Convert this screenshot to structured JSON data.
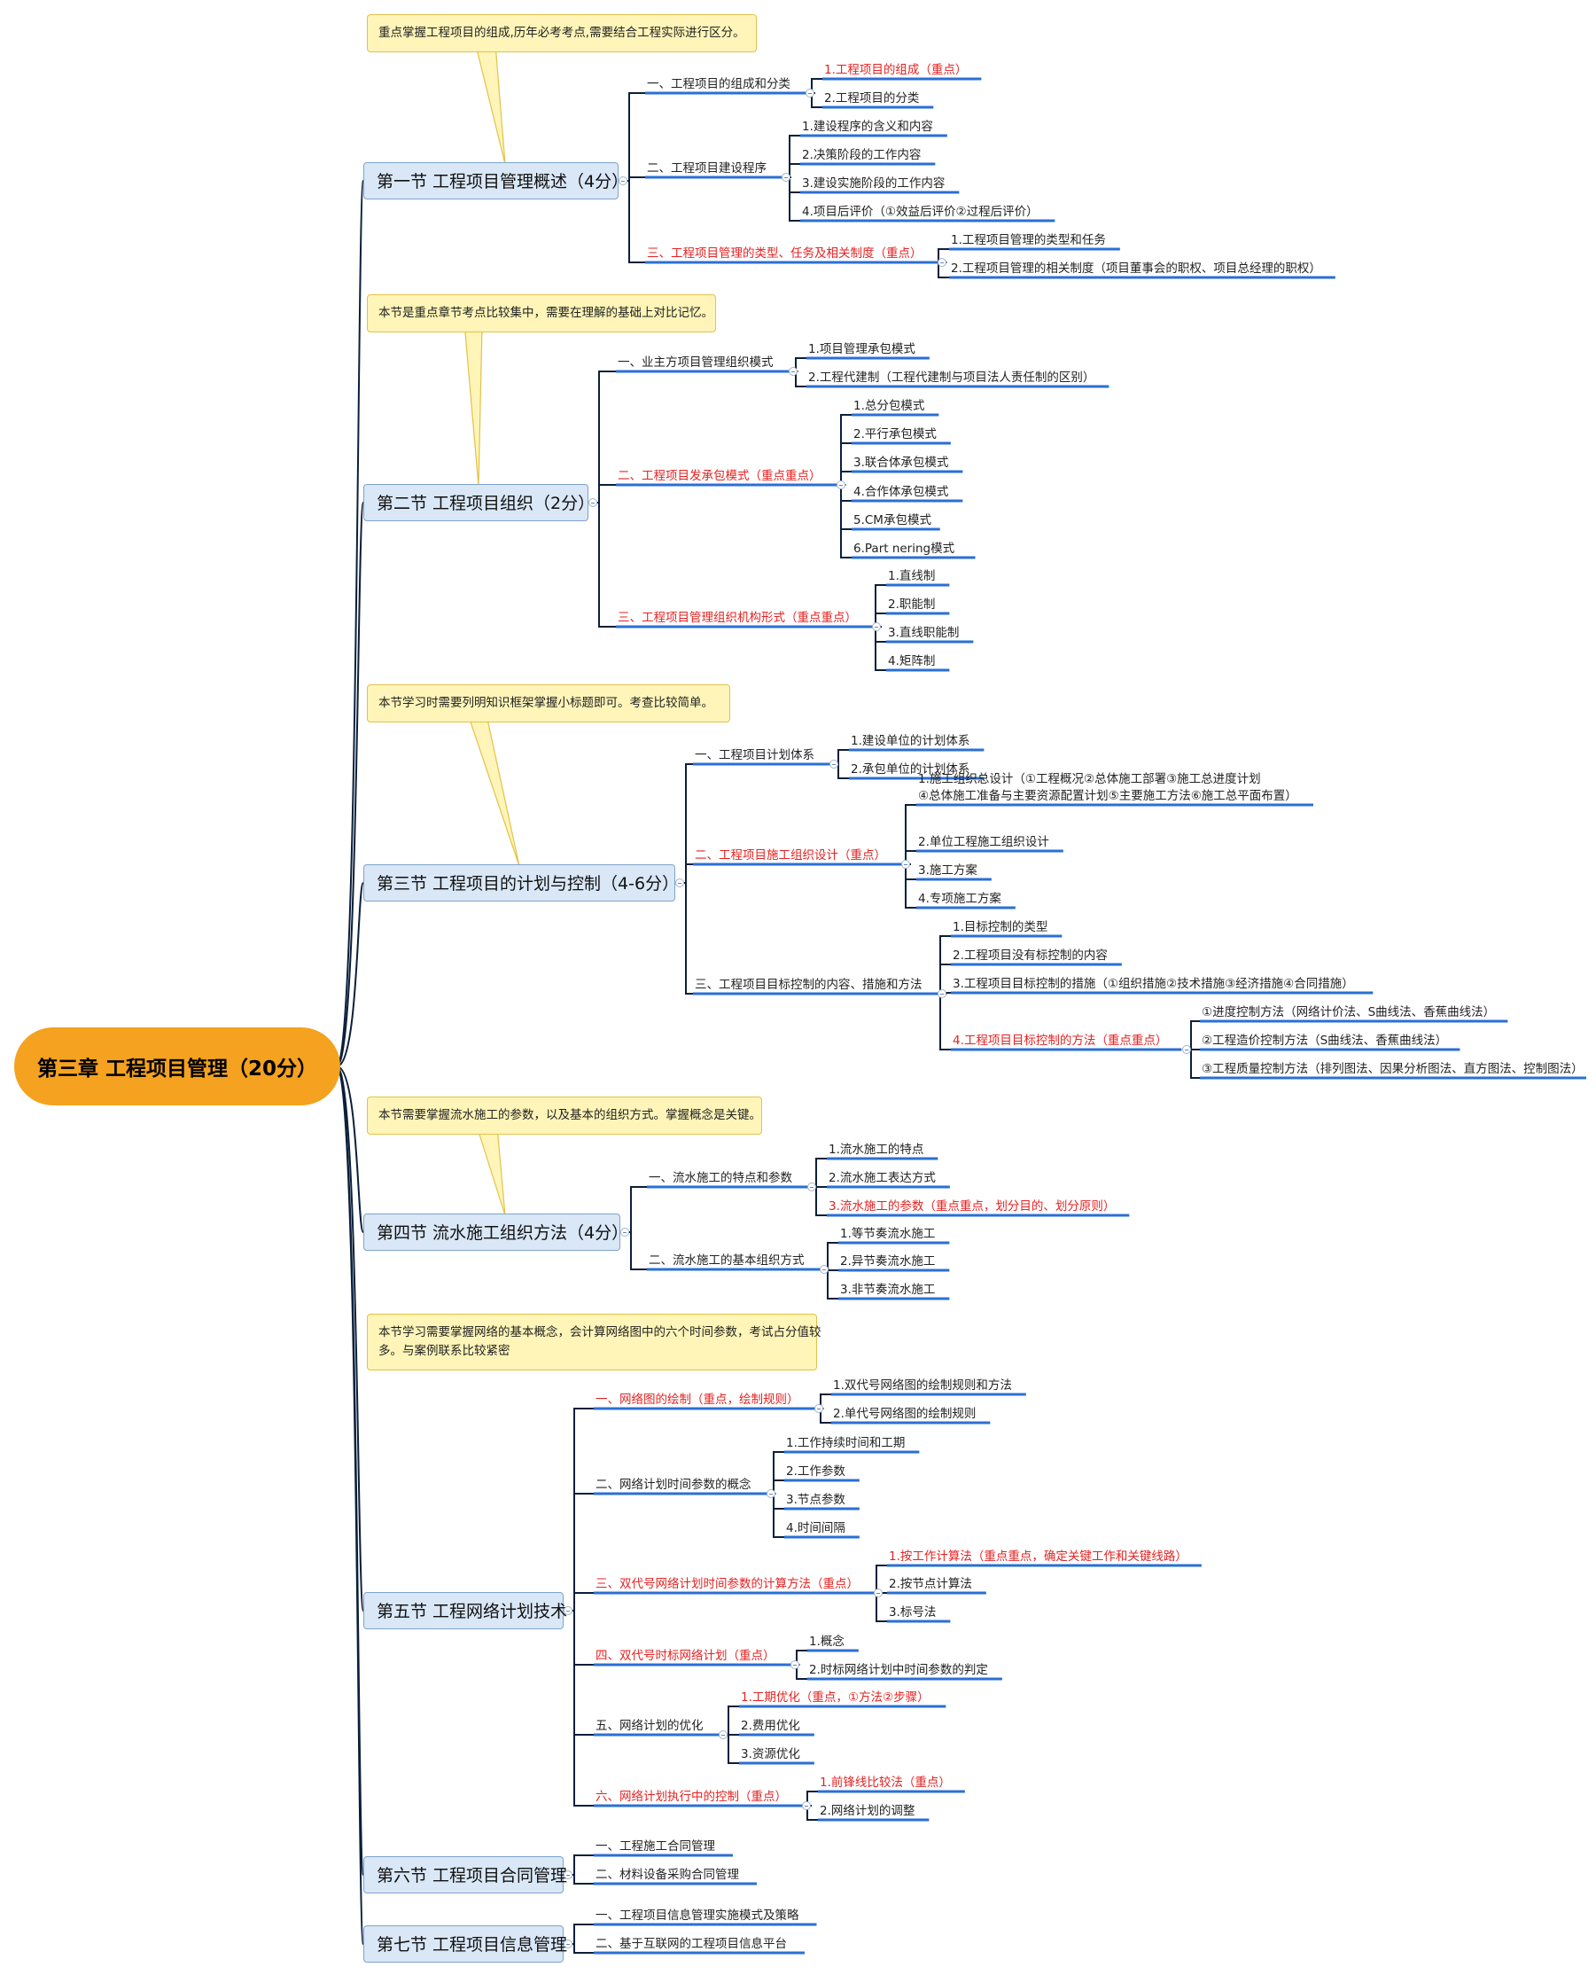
{
  "root": {
    "title": "第三章 工程项目管理（20分）"
  },
  "colors": {
    "root": "#f4a21f",
    "section": "#d9e7f6",
    "note": "#fff5b8",
    "emphasis": "#e52222",
    "underline": "#2a6fd6",
    "edge": "#0b1f3a"
  },
  "sections": [
    {
      "title": "第一节 工程项目管理概述（4分）",
      "note": "重点掌握工程项目的组成,历年必考考点,需要结合工程实际进行区分。",
      "topics": [
        {
          "label": "一、工程项目的组成和分类",
          "emphasis": false,
          "items": [
            {
              "label": "1.工程项目的组成（重点）",
              "emphasis": true
            },
            {
              "label": "2.工程项目的分类"
            }
          ]
        },
        {
          "label": "二、工程项目建设程序",
          "emphasis": false,
          "items": [
            {
              "label": "1.建设程序的含义和内容"
            },
            {
              "label": "2.决策阶段的工作内容"
            },
            {
              "label": "3.建设实施阶段的工作内容"
            },
            {
              "label": "4.项目后评价（①效益后评价②过程后评价）"
            }
          ]
        },
        {
          "label": "三、工程项目管理的类型、任务及相关制度（重点）",
          "emphasis": true,
          "items": [
            {
              "label": "1.工程项目管理的类型和任务"
            },
            {
              "label": "2.工程项目管理的相关制度（项目董事会的职权、项目总经理的职权）"
            }
          ]
        }
      ]
    },
    {
      "title": "第二节 工程项目组织（2分）",
      "note": "本节是重点章节考点比较集中，需要在理解的基础上对比记忆。",
      "topics": [
        {
          "label": "一、业主方项目管理组织模式",
          "emphasis": false,
          "items": [
            {
              "label": "1.项目管理承包模式"
            },
            {
              "label": "2.工程代建制（工程代建制与项目法人责任制的区别）"
            }
          ]
        },
        {
          "label": "二、工程项目发承包模式（重点重点）",
          "emphasis": true,
          "items": [
            {
              "label": "1.总分包模式"
            },
            {
              "label": "2.平行承包模式"
            },
            {
              "label": "3.联合体承包模式"
            },
            {
              "label": "4.合作体承包模式"
            },
            {
              "label": "5.CM承包模式"
            },
            {
              "label": "6.Part nering模式"
            }
          ]
        },
        {
          "label": "三、工程项目管理组织机构形式（重点重点）",
          "emphasis": true,
          "items": [
            {
              "label": "1.直线制"
            },
            {
              "label": "2.职能制"
            },
            {
              "label": "3.直线职能制"
            },
            {
              "label": "4.矩阵制"
            }
          ]
        }
      ]
    },
    {
      "title": "第三节 工程项目的计划与控制（4-6分）",
      "note": "本节学习时需要列明知识框架掌握小标题即可。考查比较简单。",
      "topics": [
        {
          "label": "一、工程项目计划体系",
          "emphasis": false,
          "items": [
            {
              "label": "1.建设单位的计划体系"
            },
            {
              "label": "2.承包单位的计划体系"
            }
          ]
        },
        {
          "label": "二、工程项目施工组织设计（重点）",
          "emphasis": true,
          "items": [
            {
              "label": "1.施工组织总设计（①工程概况②总体施工部署③施工总进度计划\n④总体施工准备与主要资源配置计划⑤主要施工方法⑥施工总平面布置）"
            },
            {
              "label": "2.单位工程施工组织设计"
            },
            {
              "label": "3.施工方案"
            },
            {
              "label": "4.专项施工方案"
            }
          ]
        },
        {
          "label": "三、工程项目目标控制的内容、措施和方法",
          "emphasis": false,
          "items": [
            {
              "label": "1.目标控制的类型"
            },
            {
              "label": "2.工程项目没有标控制的内容"
            },
            {
              "label": "3.工程项目目标控制的措施（①组织措施②技术措施③经济措施④合同措施）"
            },
            {
              "label": "4.工程项目目标控制的方法（重点重点）",
              "emphasis": true,
              "items": [
                {
                  "label": "①进度控制方法（网络计价法、S曲线法、香蕉曲线法）"
                },
                {
                  "label": "②工程造价控制方法（S曲线法、香蕉曲线法）"
                },
                {
                  "label": "③工程质量控制方法（排列图法、因果分析图法、直方图法、控制图法）"
                }
              ]
            }
          ]
        }
      ]
    },
    {
      "title": "第四节 流水施工组织方法（4分）",
      "note": "本节需要掌握流水施工的参数，以及基本的组织方式。掌握概念是关键。",
      "topics": [
        {
          "label": "一、流水施工的特点和参数",
          "emphasis": false,
          "items": [
            {
              "label": "1.流水施工的特点"
            },
            {
              "label": "2.流水施工表达方式"
            },
            {
              "label": "3.流水施工的参数（重点重点，划分目的、划分原则）",
              "emphasis": true
            }
          ]
        },
        {
          "label": "二、流水施工的基本组织方式",
          "emphasis": false,
          "items": [
            {
              "label": "1.等节奏流水施工"
            },
            {
              "label": "2.异节奏流水施工"
            },
            {
              "label": "3.非节奏流水施工"
            }
          ]
        }
      ]
    },
    {
      "title": "第五节 工程网络计划技术",
      "note": "本节学习需要掌握网络的基本概念，会计算网络图中的六个时间参数，考试占分值较\n多。与案例联系比较紧密",
      "topics": [
        {
          "label": "一、网络图的绘制（重点，绘制规则）",
          "emphasis": true,
          "items": [
            {
              "label": "1.双代号网络图的绘制规则和方法"
            },
            {
              "label": "2.单代号网络图的绘制规则"
            }
          ]
        },
        {
          "label": "二、网络计划时间参数的概念",
          "emphasis": false,
          "items": [
            {
              "label": "1.工作持续时间和工期"
            },
            {
              "label": "2.工作参数"
            },
            {
              "label": "3.节点参数"
            },
            {
              "label": "4.时间间隔"
            }
          ]
        },
        {
          "label": "三、双代号网络计划时间参数的计算方法（重点）",
          "emphasis": true,
          "items": [
            {
              "label": "1.按工作计算法（重点重点，确定关键工作和关键线路）",
              "emphasis": true
            },
            {
              "label": "2.按节点计算法"
            },
            {
              "label": "3.标号法"
            }
          ]
        },
        {
          "label": "四、双代号时标网络计划（重点）",
          "emphasis": true,
          "items": [
            {
              "label": "1.概念"
            },
            {
              "label": "2.时标网络计划中时间参数的判定"
            }
          ]
        },
        {
          "label": "五、网络计划的优化",
          "emphasis": false,
          "items": [
            {
              "label": "1.工期优化（重点，①方法②步骤）",
              "emphasis": true
            },
            {
              "label": "2.费用优化"
            },
            {
              "label": "3.资源优化"
            }
          ]
        },
        {
          "label": "六、网络计划执行中的控制（重点）",
          "emphasis": true,
          "items": [
            {
              "label": "1.前锋线比较法（重点）",
              "emphasis": true
            },
            {
              "label": "2.网络计划的调整"
            }
          ]
        }
      ]
    },
    {
      "title": "第六节 工程项目合同管理",
      "topics": [
        {
          "label": "一、工程施工合同管理",
          "emphasis": false,
          "items": []
        },
        {
          "label": "二、材料设备采购合同管理",
          "emphasis": false,
          "items": []
        }
      ]
    },
    {
      "title": "第七节 工程项目信息管理",
      "topics": [
        {
          "label": "一、工程项目信息管理实施模式及策略",
          "emphasis": false,
          "items": []
        },
        {
          "label": "二、基于互联网的工程项目信息平台",
          "emphasis": false,
          "items": []
        }
      ]
    }
  ]
}
